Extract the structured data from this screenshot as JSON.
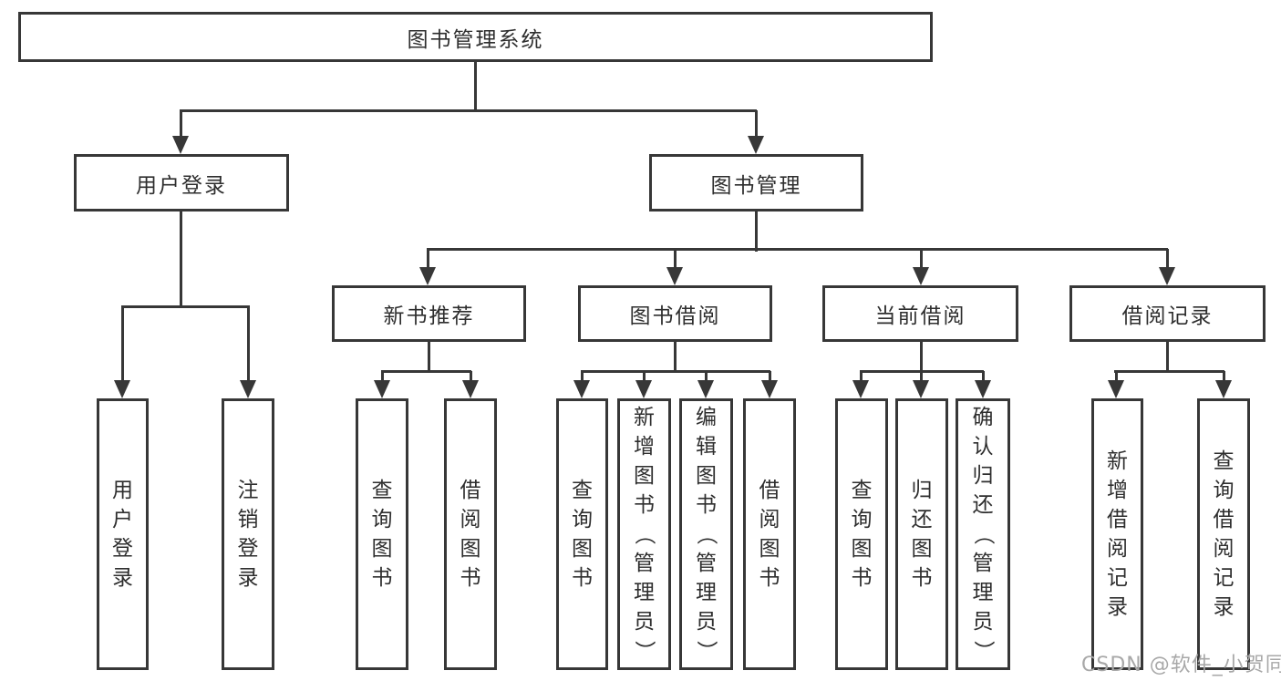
{
  "diagram": {
    "title": "图书管理系统",
    "type": "hierarchy-tree",
    "nodes": [
      {
        "id": "root",
        "label": "图书管理系统",
        "level": 1
      },
      {
        "id": "user-login",
        "label": "用户登录",
        "level": 2
      },
      {
        "id": "book-mgmt",
        "label": "图书管理",
        "level": 2
      },
      {
        "id": "new-book-rec",
        "label": "新书推荐",
        "level": 3
      },
      {
        "id": "book-borrow",
        "label": "图书借阅",
        "level": 3
      },
      {
        "id": "current-borrow",
        "label": "当前借阅",
        "level": 3
      },
      {
        "id": "borrow-records",
        "label": "借阅记录",
        "level": 3
      },
      {
        "id": "leaf-user-login",
        "label": "用户登录",
        "level": 4
      },
      {
        "id": "leaf-logout",
        "label": "注销登录",
        "level": 4
      },
      {
        "id": "leaf-query-book-1",
        "label": "查询图书",
        "level": 4
      },
      {
        "id": "leaf-borrow-book-1",
        "label": "借阅图书",
        "level": 4
      },
      {
        "id": "leaf-query-book-2",
        "label": "查询图书",
        "level": 4
      },
      {
        "id": "leaf-add-book",
        "label": "新增图书（管理员）",
        "level": 4
      },
      {
        "id": "leaf-edit-book",
        "label": "编辑图书（管理员）",
        "level": 4
      },
      {
        "id": "leaf-borrow-book-2",
        "label": "借阅图书",
        "level": 4
      },
      {
        "id": "leaf-query-book-3",
        "label": "查询图书",
        "level": 4
      },
      {
        "id": "leaf-return-book",
        "label": "归还图书",
        "level": 4
      },
      {
        "id": "leaf-confirm-return",
        "label": "确认归还（管理员）",
        "level": 4
      },
      {
        "id": "leaf-add-borrow-record",
        "label": "新增借阅记录",
        "level": 4
      },
      {
        "id": "leaf-query-borrow-record",
        "label": "查询借阅记录",
        "level": 4
      }
    ],
    "edges": [
      [
        "root",
        "user-login"
      ],
      [
        "root",
        "book-mgmt"
      ],
      [
        "user-login",
        "leaf-user-login"
      ],
      [
        "user-login",
        "leaf-logout"
      ],
      [
        "book-mgmt",
        "new-book-rec"
      ],
      [
        "book-mgmt",
        "book-borrow"
      ],
      [
        "book-mgmt",
        "current-borrow"
      ],
      [
        "book-mgmt",
        "borrow-records"
      ],
      [
        "new-book-rec",
        "leaf-query-book-1"
      ],
      [
        "new-book-rec",
        "leaf-borrow-book-1"
      ],
      [
        "book-borrow",
        "leaf-query-book-2"
      ],
      [
        "book-borrow",
        "leaf-add-book"
      ],
      [
        "book-borrow",
        "leaf-edit-book"
      ],
      [
        "book-borrow",
        "leaf-borrow-book-2"
      ],
      [
        "current-borrow",
        "leaf-query-book-3"
      ],
      [
        "current-borrow",
        "leaf-return-book"
      ],
      [
        "current-borrow",
        "leaf-confirm-return"
      ],
      [
        "borrow-records",
        "leaf-add-borrow-record"
      ],
      [
        "borrow-records",
        "leaf-query-borrow-record"
      ]
    ],
    "colors": {
      "line": "#373737",
      "text": "#2e2e2e",
      "background": "#ffffff",
      "watermark": "#a8a8a8"
    }
  },
  "watermark": {
    "text": "CSDN @软件_小贺同学"
  }
}
